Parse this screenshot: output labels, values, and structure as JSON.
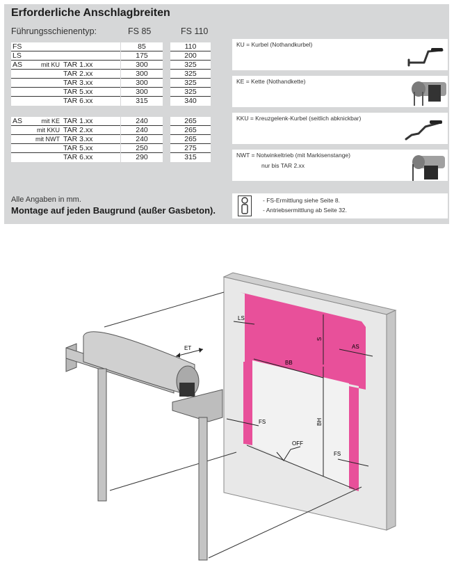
{
  "title": "Erforderliche Anschlagbreiten",
  "header": {
    "type_label": "Führungsschienentyp:",
    "col1": "FS 85",
    "col2": "FS 110"
  },
  "table": [
    {
      "label": "FS",
      "sub": "",
      "tar": "",
      "v1": "85",
      "v2": "110"
    },
    {
      "label": "LS",
      "sub": "",
      "tar": "",
      "v1": "175",
      "v2": "200"
    },
    {
      "label": "AS",
      "sub": "mit KU",
      "tar": "TAR 1.xx",
      "v1": "300",
      "v2": "325"
    },
    {
      "label": "",
      "sub": "",
      "tar": "TAR 2.xx",
      "v1": "300",
      "v2": "325"
    },
    {
      "label": "",
      "sub": "",
      "tar": "TAR 3.xx",
      "v1": "300",
      "v2": "325"
    },
    {
      "label": "",
      "sub": "",
      "tar": "TAR 5.xx",
      "v1": "300",
      "v2": "325"
    },
    {
      "label": "",
      "sub": "",
      "tar": "TAR 6.xx",
      "v1": "315",
      "v2": "340"
    },
    {
      "label": "AS",
      "sub": "mit KE",
      "tar": "TAR 1.xx",
      "v1": "240",
      "v2": "265"
    },
    {
      "label": "",
      "sub": "mit KKU",
      "tar": "TAR 2.xx",
      "v1": "240",
      "v2": "265"
    },
    {
      "label": "",
      "sub": "mit NWT",
      "tar": "TAR 3.xx",
      "v1": "240",
      "v2": "265"
    },
    {
      "label": "",
      "sub": "",
      "tar": "TAR 5.xx",
      "v1": "250",
      "v2": "275"
    },
    {
      "label": "",
      "sub": "",
      "tar": "TAR 6.xx",
      "v1": "290",
      "v2": "315"
    }
  ],
  "note_units": "Alle Angaben in mm.",
  "note_mount": "Montage auf jeden Baugrund (außer Gasbeton).",
  "drives": [
    {
      "text": "KU = Kurbel (Nothandkurbel)",
      "sub": ""
    },
    {
      "text": "KE = Kette (Nothandkette)",
      "sub": ""
    },
    {
      "text": "KKU = Kreuzgelenk-Kurbel (seitlich abknickbar)",
      "sub": ""
    },
    {
      "text": "NWT = Notwinkeltrieb (mit Markisenstange)",
      "sub": "nur bis TAR 2.xx"
    }
  ],
  "info_lines": [
    "- FS-Ermittlung siehe Seite 8.",
    "- Antriebsermittlung ab Seite 32."
  ],
  "diagram_labels": {
    "et": "ET",
    "ls": "LS",
    "s": "S",
    "as": "AS",
    "bb": "BB",
    "bh": "BH",
    "fs1": "FS",
    "fs2": "FS",
    "off": "OFF"
  },
  "colors": {
    "panel": "#d6d7d8",
    "opening": "#e8509a",
    "wall": "#e6e6e6"
  }
}
